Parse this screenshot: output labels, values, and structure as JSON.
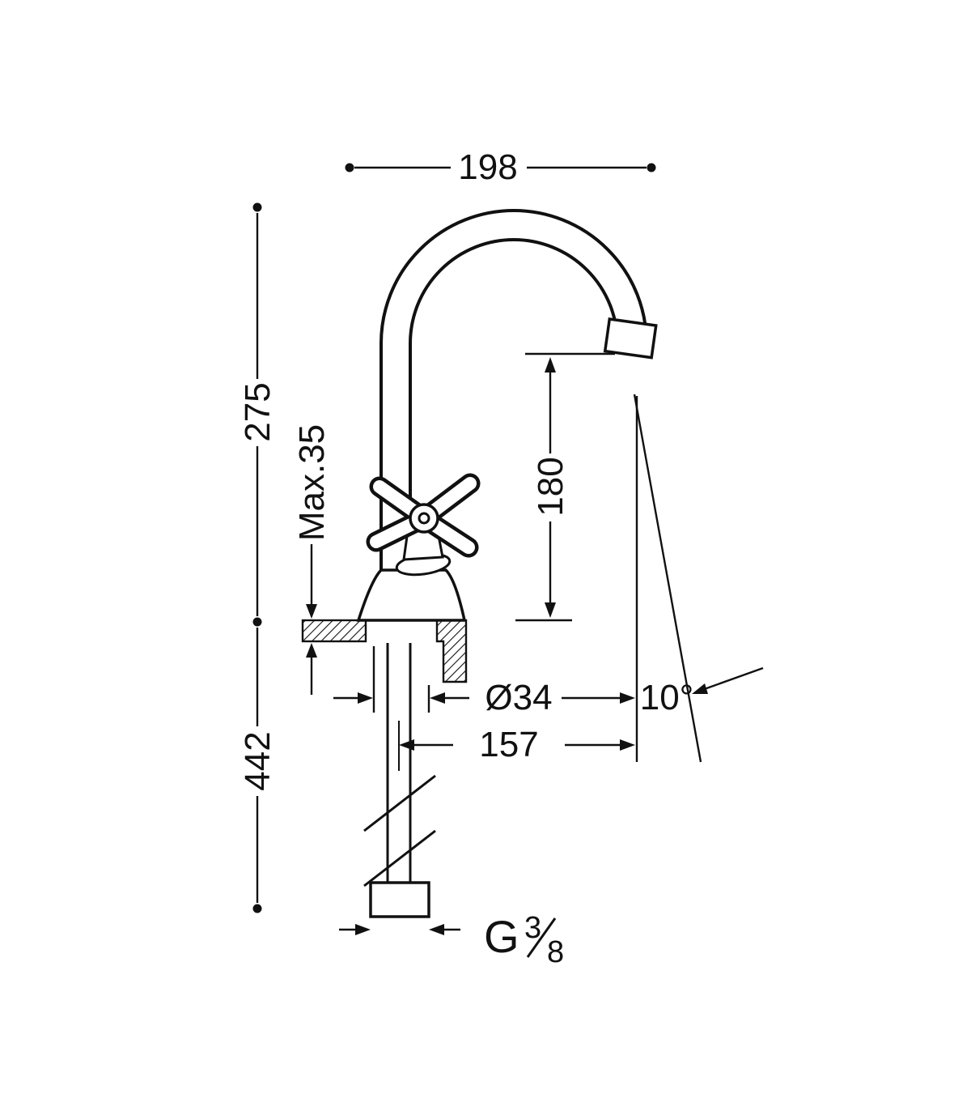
{
  "drawing": {
    "colors": {
      "ink": "#111111",
      "background": "#ffffff"
    },
    "labels": {
      "width_198": "198",
      "height_275": "275",
      "height_442": "442",
      "max_thickness": "Max.35",
      "spout_height_180": "180",
      "diameter_34": "Ø34",
      "reach_157": "157",
      "angle_10": "10°",
      "thread_prefix": "G",
      "thread_num": "3",
      "thread_den": "8"
    }
  }
}
